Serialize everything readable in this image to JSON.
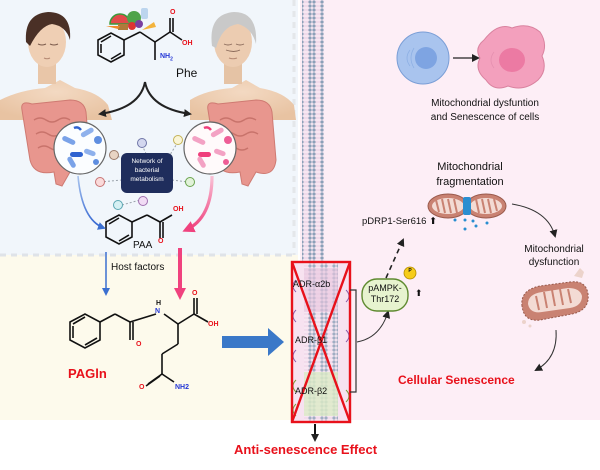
{
  "panels": {
    "top_left_bg": "#f1f6fb",
    "bottom_left_bg": "#fdfaec",
    "right_bg": "#fdeef6"
  },
  "food_label": "food",
  "phe": {
    "label": "Phe",
    "oh": "OH",
    "o": "O",
    "nh2": "NH",
    "nh2_sub": "2"
  },
  "network": {
    "label_line1": "Network of",
    "label_line2": "bacterial",
    "label_line3": "metabolism",
    "bg": "#1f2d5c"
  },
  "paa": {
    "label": "PAA",
    "oh": "OH",
    "o": "O"
  },
  "host_factors": "Host factors",
  "pagln": {
    "label": "PAGln",
    "h": "H",
    "n": "N",
    "o1": "O",
    "o2": "O",
    "oh": "OH",
    "o3": "O",
    "nh2": "NH2"
  },
  "receptors": [
    {
      "label": "ADR-α2b"
    },
    {
      "label": "ADR-β1"
    },
    {
      "label": "ADR-β2"
    }
  ],
  "anti_senescence": "Anti-senescence Effect",
  "cells_caption": {
    "line1": "Mitochondrial dysfuntion",
    "line2": "and Senescence of cells"
  },
  "fragmentation": {
    "line1": "Mitochondrial",
    "line2": "fragmentation"
  },
  "pdrp1": {
    "label": "pDRP1-Ser616",
    "arrow": "⬆"
  },
  "pampk": {
    "line1": "pAMPK-",
    "line2": "Thr172",
    "phospho": "P",
    "arrow": "⬆"
  },
  "dysfunction": {
    "line1": "Mitochondrial",
    "line2": "dysfunction"
  },
  "cellular_senescence": "Cellular Senescence",
  "colors": {
    "red": "#e8111b",
    "blue_arrow": "#3b6fd0",
    "pink_arrow": "#f0427e",
    "big_arrow": "#3a78c8"
  }
}
